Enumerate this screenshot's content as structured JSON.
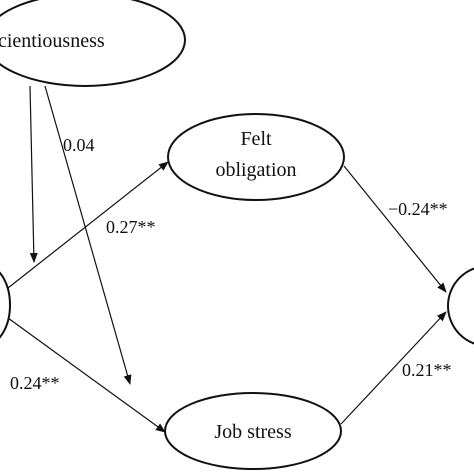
{
  "nodes": {
    "conscientiousness": {
      "label": "cientiousness"
    },
    "felt_obligation": {
      "label_line1": "Felt",
      "label_line2": "obligation"
    },
    "job_stress": {
      "label": "Job stress"
    },
    "left_node": {
      "label": ""
    },
    "right_node": {
      "label": ""
    }
  },
  "paths": {
    "consc_to_stress": "0.04",
    "left_to_felt": "0.27**",
    "left_to_stress": "0.24**",
    "felt_to_right": "−0.24**",
    "stress_to_right": "0.21**"
  },
  "colors": {
    "stroke": "#111111",
    "background": "#ffffff"
  }
}
